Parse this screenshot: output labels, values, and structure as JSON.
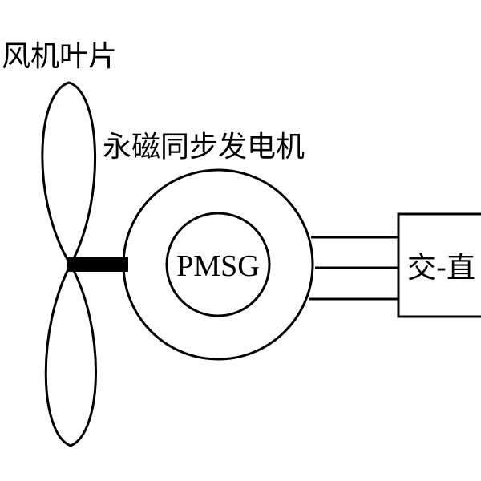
{
  "labels": {
    "blade": "风机叶片",
    "generator": "永磁同步发电机",
    "pmsg": "PMSG",
    "converter": "交-直"
  },
  "colors": {
    "line": "#000000",
    "background": "#ffffff"
  }
}
